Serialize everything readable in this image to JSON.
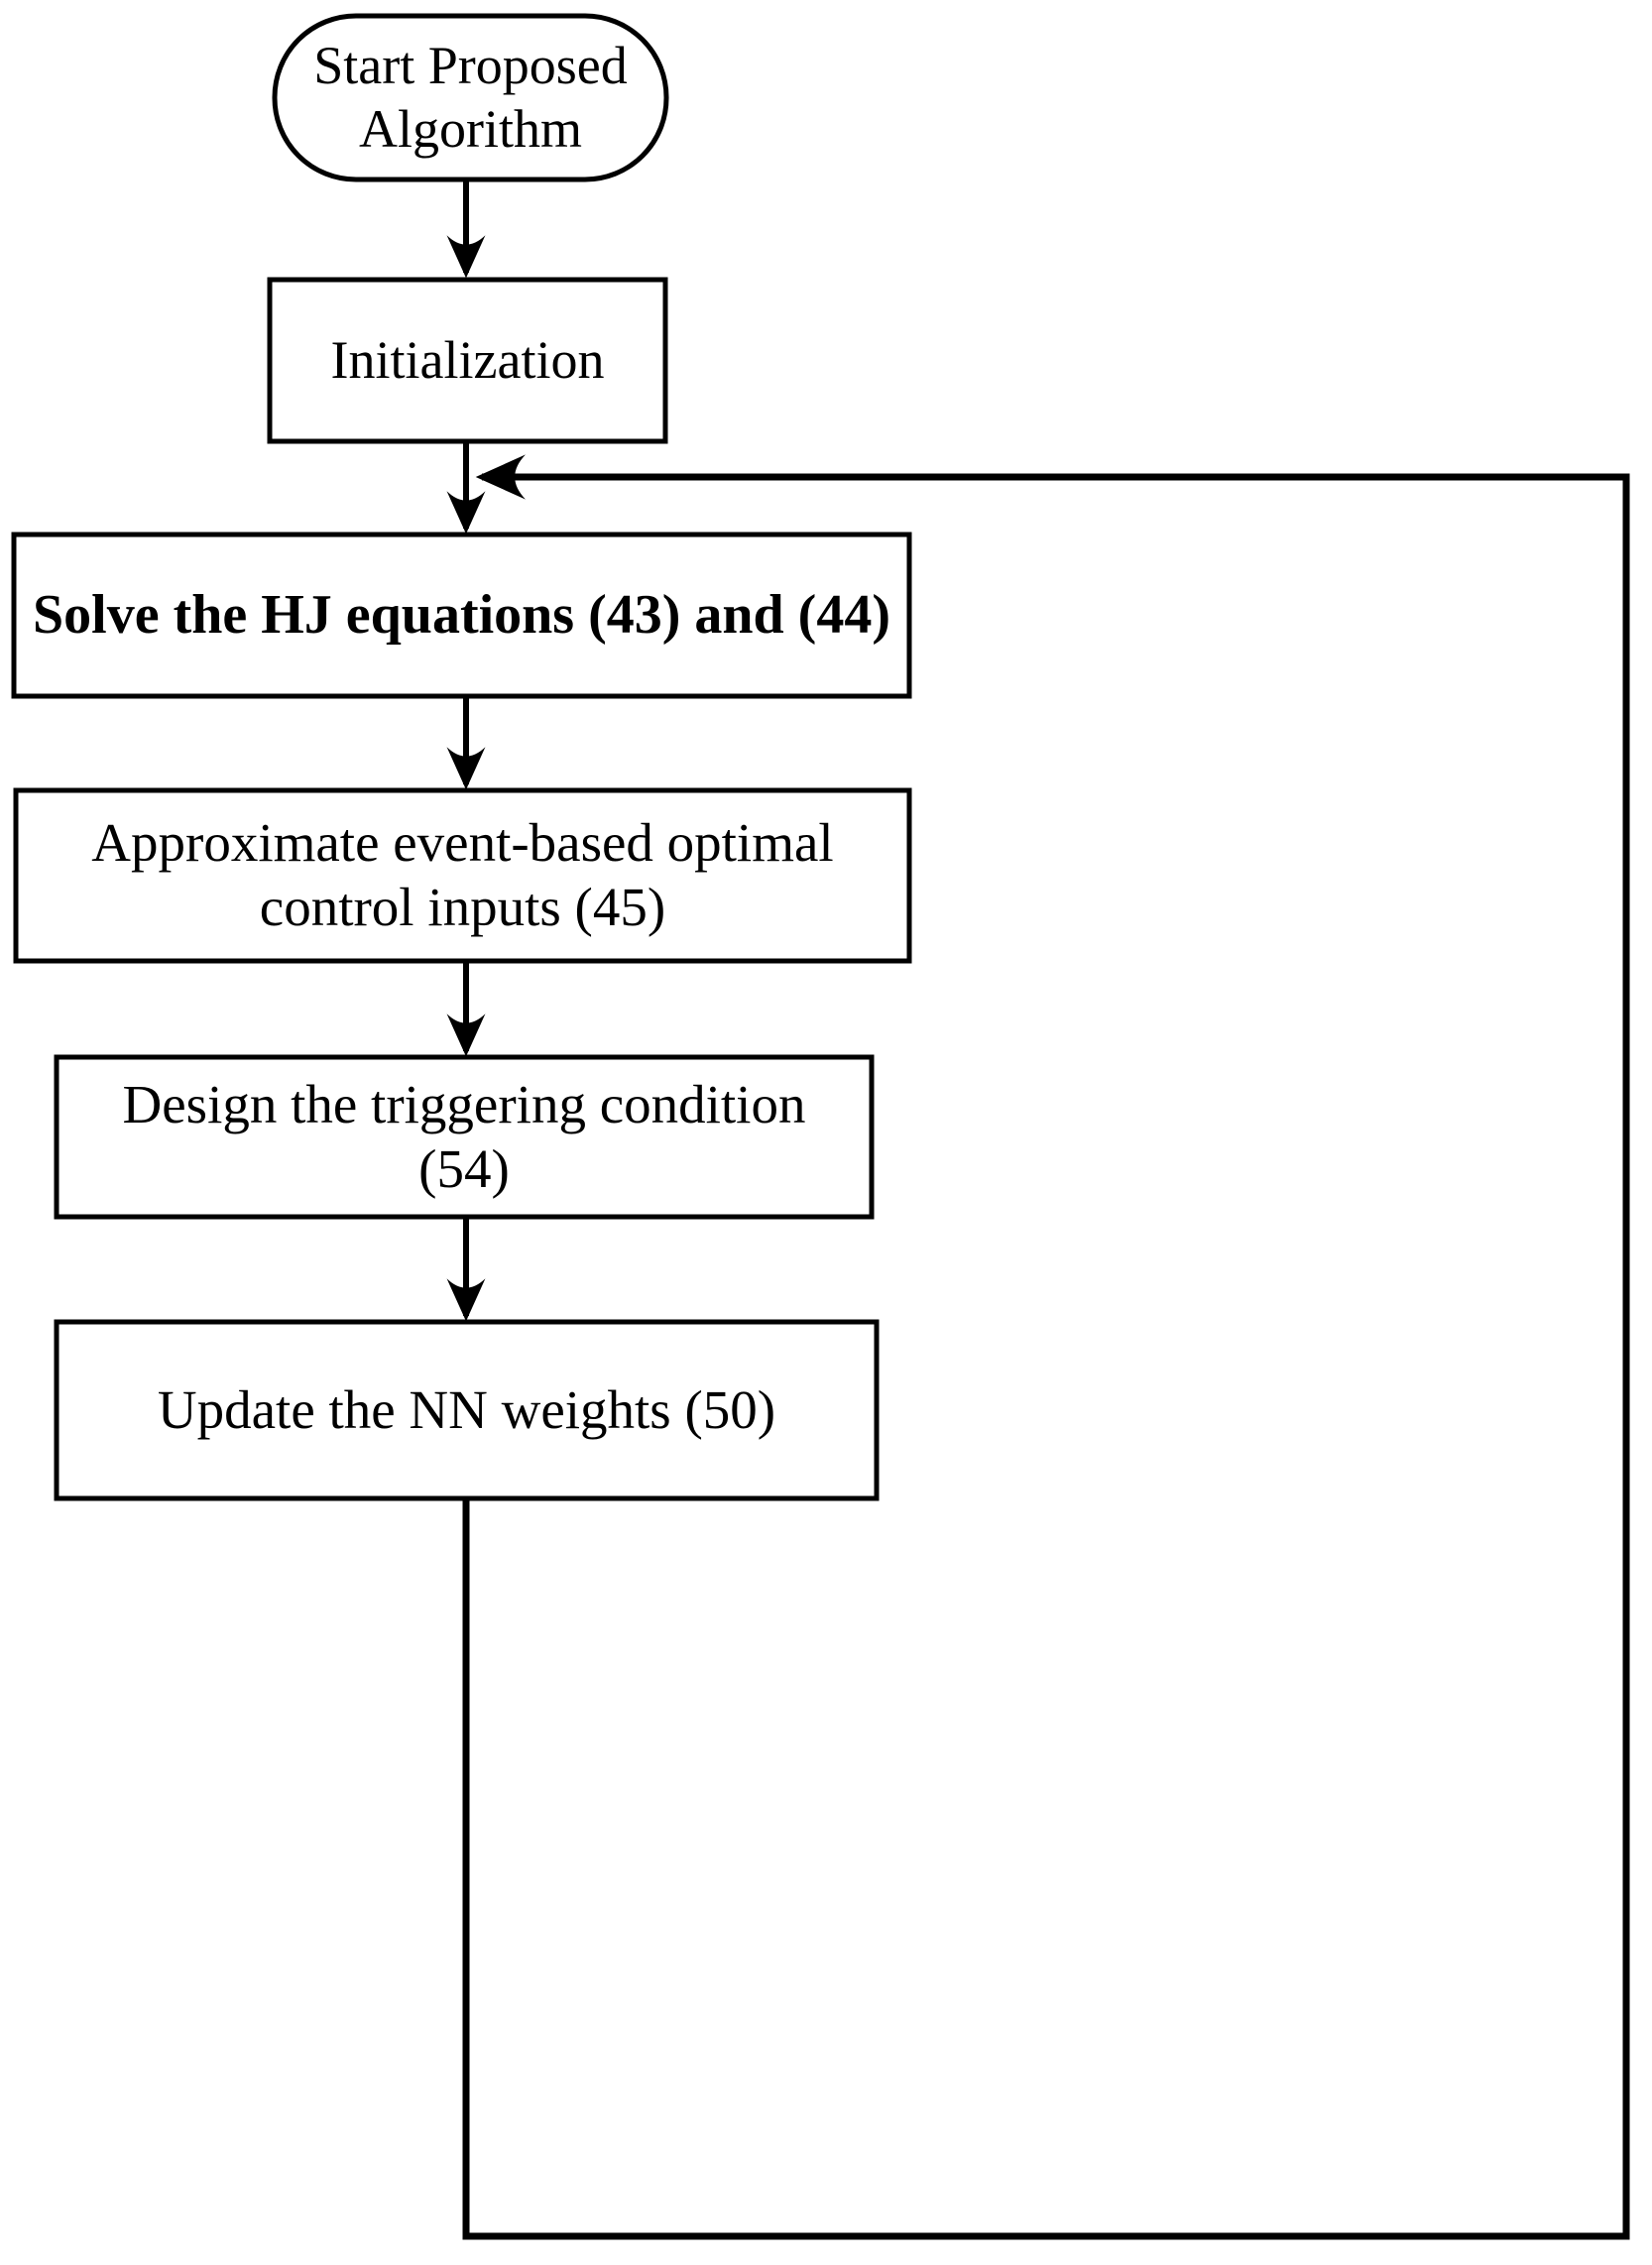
{
  "diagram": {
    "title": "Proposed Algorithm Flowchart",
    "type": "flowchart",
    "background_color": "#ffffff",
    "stroke_color": "#000000",
    "nodes": [
      {
        "id": "start",
        "shape": "stadium",
        "label": "Start Proposed\nAlgorithm",
        "line1": "Start Proposed",
        "line2": "Algorithm"
      },
      {
        "id": "initialization",
        "shape": "rectangle",
        "label": "Initialization"
      },
      {
        "id": "solve-hj",
        "shape": "rectangle",
        "label": "Solve the HJ equations (43) and (44)"
      },
      {
        "id": "approximate-control",
        "shape": "rectangle",
        "label": "Approximate event-based optimal\ncontrol inputs (45)",
        "line1": "Approximate event-based optimal",
        "line2": "control inputs (45)"
      },
      {
        "id": "design-trigger",
        "shape": "rectangle",
        "label": "Design the triggering condition\n(54)",
        "line1": "Design the triggering condition",
        "line2": "(54)"
      },
      {
        "id": "update-weights",
        "shape": "rectangle",
        "label": "Update the NN weights (50)"
      }
    ],
    "edges": [
      {
        "id": "e1",
        "from": "start",
        "to": "initialization",
        "label": "",
        "style": "straight-down",
        "arrowhead": true
      },
      {
        "id": "e2",
        "from": "initialization",
        "to": "solve-hj",
        "label": "",
        "style": "straight-down",
        "arrowhead": true
      },
      {
        "id": "e3",
        "from": "solve-hj",
        "to": "approximate-control",
        "label": "",
        "style": "straight-down",
        "arrowhead": true
      },
      {
        "id": "e4",
        "from": "approximate-control",
        "to": "design-trigger",
        "label": "",
        "style": "straight-down",
        "arrowhead": true
      },
      {
        "id": "e5",
        "from": "design-trigger",
        "to": "update-weights",
        "label": "",
        "style": "straight-down",
        "arrowhead": true
      },
      {
        "id": "e6",
        "from": "update-weights",
        "to": "solve-hj",
        "label": "",
        "style": "feedback-loop-right",
        "arrowhead": true
      }
    ]
  }
}
